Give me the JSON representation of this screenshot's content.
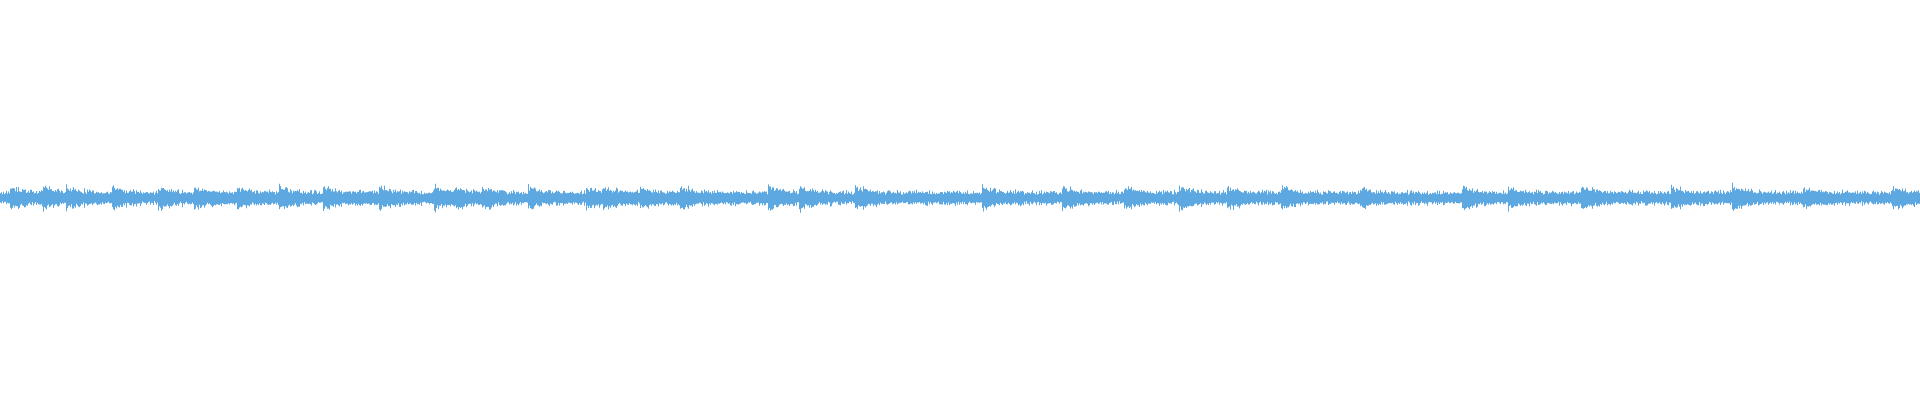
{
  "waveform": {
    "color": "#5DA8E0",
    "background": "#FFFFFF",
    "baseline_amplitude": 0.035,
    "transient_amplitude": 0.07,
    "transients": [
      0.005,
      0.022,
      0.034,
      0.058,
      0.082,
      0.101,
      0.123,
      0.145,
      0.168,
      0.197,
      0.226,
      0.236,
      0.251,
      0.275,
      0.305,
      0.314,
      0.333,
      0.354,
      0.4,
      0.416,
      0.445,
      0.511,
      0.553,
      0.585,
      0.614,
      0.639,
      0.667,
      0.708,
      0.761,
      0.785,
      0.823,
      0.87,
      0.902,
      0.939,
      0.985
    ]
  }
}
